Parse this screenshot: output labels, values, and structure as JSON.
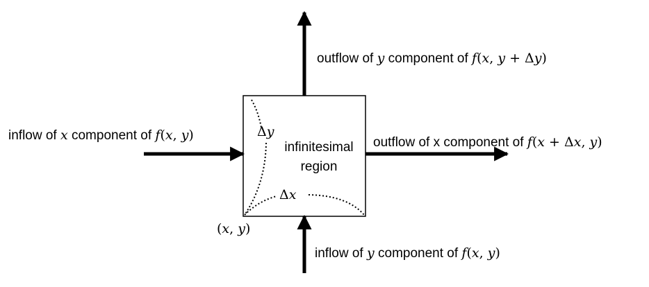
{
  "labels": {
    "outflow_y": [
      {
        "t": "outflow of ",
        "s": "text"
      },
      {
        "t": "y",
        "s": "m"
      },
      {
        "t": " component of ",
        "s": "text"
      },
      {
        "t": "f",
        "s": "m"
      },
      {
        "t": "(",
        "s": "mu"
      },
      {
        "t": "x",
        "s": "m"
      },
      {
        "t": ", ",
        "s": "mu"
      },
      {
        "t": "y",
        "s": "m"
      },
      {
        "t": " + Δ",
        "s": "mu"
      },
      {
        "t": "y",
        "s": "m"
      },
      {
        "t": ")",
        "s": "mu"
      }
    ],
    "inflow_x": [
      {
        "t": "inflow of ",
        "s": "text"
      },
      {
        "t": "x",
        "s": "m"
      },
      {
        "t": " component of ",
        "s": "text"
      },
      {
        "t": "f",
        "s": "m"
      },
      {
        "t": "(",
        "s": "mu"
      },
      {
        "t": "x",
        "s": "m"
      },
      {
        "t": ", ",
        "s": "mu"
      },
      {
        "t": "y",
        "s": "m"
      },
      {
        "t": ")",
        "s": "mu"
      }
    ],
    "outflow_x": [
      {
        "t": "outflow of x component of ",
        "s": "text"
      },
      {
        "t": "f",
        "s": "m"
      },
      {
        "t": "(",
        "s": "mu"
      },
      {
        "t": "x",
        "s": "m"
      },
      {
        "t": " + Δ",
        "s": "mu"
      },
      {
        "t": "x",
        "s": "m"
      },
      {
        "t": ", ",
        "s": "mu"
      },
      {
        "t": "y",
        "s": "m"
      },
      {
        "t": ")",
        "s": "mu"
      }
    ],
    "inflow_y": [
      {
        "t": "inflow of ",
        "s": "text"
      },
      {
        "t": "y",
        "s": "m"
      },
      {
        "t": " component of ",
        "s": "text"
      },
      {
        "t": "f",
        "s": "m"
      },
      {
        "t": "(",
        "s": "mu"
      },
      {
        "t": "x",
        "s": "m"
      },
      {
        "t": ", ",
        "s": "mu"
      },
      {
        "t": "y",
        "s": "m"
      },
      {
        "t": ")",
        "s": "mu"
      }
    ],
    "delta_y": [
      {
        "t": "Δ",
        "s": "mu"
      },
      {
        "t": "y",
        "s": "m"
      }
    ],
    "delta_x": [
      {
        "t": "Δ",
        "s": "mu"
      },
      {
        "t": "x",
        "s": "m"
      }
    ],
    "corner_point": [
      {
        "t": "(",
        "s": "mu"
      },
      {
        "t": "x",
        "s": "m"
      },
      {
        "t": ", ",
        "s": "mu"
      },
      {
        "t": "y",
        "s": "m"
      },
      {
        "t": ")",
        "s": "mu"
      }
    ]
  },
  "region": {
    "line1": "infinitesimal",
    "line2": "region"
  }
}
